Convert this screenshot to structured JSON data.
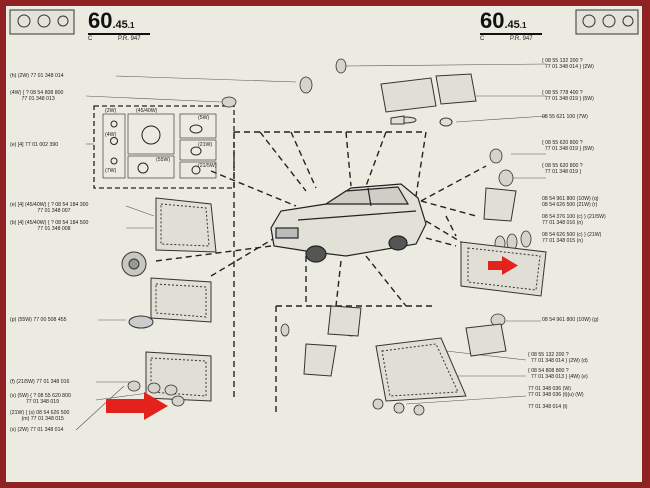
{
  "header": {
    "left_code": "60",
    "left_suffix": ".45",
    "left_sub": ".1",
    "left_c": "C",
    "left_pr": "P.R. 947",
    "right_code": "60",
    "right_suffix": ".45",
    "right_sub": ".1",
    "right_c": "C",
    "right_pr": "P.R. 947"
  },
  "left_labels": [
    "(h) (2W) 77 01 348 014",
    "(4W) { ? 08 54 808 800\n        77 01 348 013",
    "(e) [4] 77 01 002 390",
    "(e) [4] (45/40W) { ? 08 54 184 300\n                   77 01 348 007",
    "(b) [4] (45/40W) { ? 08 54 184 500\n                   77 01 348 008",
    "(p) (55W) 77 00 508 455",
    "(f) (21/5W) 77 01 348 016",
    "(s) (5W) { ? 08 55 620 800\n           77 01 348 019",
    "(21W) { (s) 08 54 626 500\n        (m) 77 01 348 015",
    "(s) (2W) 77 01 348 014"
  ],
  "box_labels": [
    "(2W)",
    "(45/40W)",
    "(5W)",
    "(4W)",
    "(21W)",
    "(55W)",
    "(21/5W)",
    "(7W)"
  ],
  "right_labels": [
    "{ 08 55 132 200 ?\n  77 01 348 014 } (2W)",
    "{ 08 55 778 400 ?\n  77 01 348 019 } (5W)",
    "08 55 621 100 (7W)",
    "{ 08 55 620 800 ?\n  77 01 348 019 } (5W)",
    "{ 08 55 620 800 ?\n  77 01 348 019 }",
    "08 54 961 800 (10W) (q)\n08 54 626 500 (21W) (r)",
    "08 54 376 100 (c) } (21/5W)\n77 01 348 016 (n)",
    "08 54 626 500 (c) } (21W)\n77 01 348 015 (n)",
    "08 54 961 800 (10W) (g)",
    "{ 08 55 132 200 ?\n  77 01 348 014 } (2W) (d)",
    "{ 08 54 808 800 ?\n  77 01 348 013 } (4W) (e)",
    "77 01 348 036 (W)\n77 01 348 036 (t)(u) (W)",
    "77 01 348 014 (t)"
  ],
  "colors": {
    "border": "#8f2222",
    "paper": "#ecebe2",
    "arrow": "#e3231b",
    "ink": "#2a2a2a"
  }
}
